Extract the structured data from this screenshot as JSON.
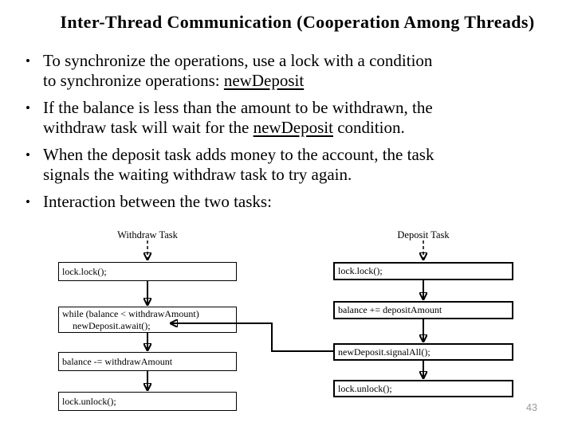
{
  "slide": {
    "title": "Inter-Thread Communication (Cooperation Among Threads)",
    "bullet_char": "•",
    "page_number": "43"
  },
  "bullets": [
    {
      "lines": [
        [
          {
            "t": "To synchronize the operations, use a lock with a condition"
          }
        ],
        [
          {
            "t": "to synchronize operations: "
          },
          {
            "t": "newDeposit",
            "u": true
          }
        ]
      ]
    },
    {
      "lines": [
        [
          {
            "t": "If the balance is less than the amount to be withdrawn, the"
          }
        ],
        [
          {
            "t": "withdraw task will wait for the "
          },
          {
            "t": "newDeposit",
            "u": true
          },
          {
            "t": " condition."
          }
        ]
      ]
    },
    {
      "lines": [
        [
          {
            "t": "When the deposit task adds money to the account, the task"
          }
        ],
        [
          {
            "t": "signals the waiting withdraw task to try again."
          }
        ]
      ]
    },
    {
      "lines": [
        [
          {
            "t": "Interaction between the two tasks:"
          }
        ]
      ]
    }
  ],
  "diagram": {
    "withdraw": {
      "label": "Withdraw Task",
      "box1": "lock.lock();",
      "box2_line1": "while (balance < withdrawAmount)",
      "box2_line2": "newDeposit.await();",
      "box3": "balance -= withdrawAmount",
      "box4": "lock.unlock();"
    },
    "deposit": {
      "label": "Deposit Task",
      "box1": "lock.lock();",
      "box2": "balance += depositAmount",
      "box3": "newDeposit.signalAll();",
      "box4": "lock.unlock();"
    }
  },
  "colors": {
    "text": "#000000",
    "line": "#000000",
    "page_number": "#999999",
    "background": "#ffffff"
  }
}
